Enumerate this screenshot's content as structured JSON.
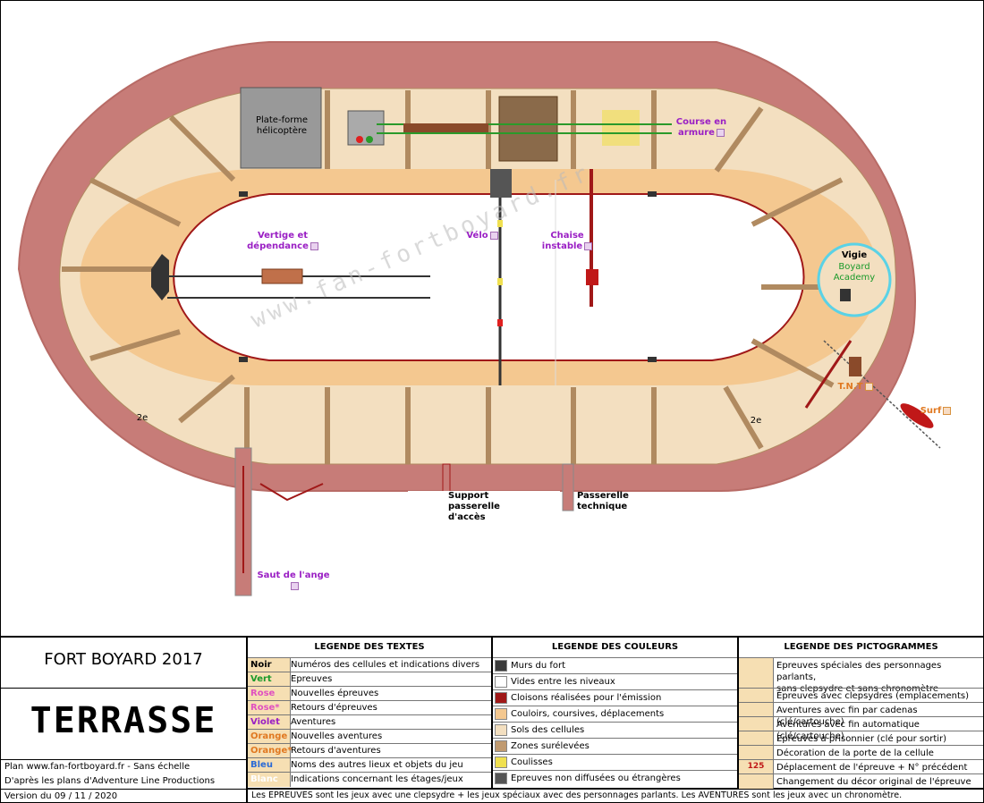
{
  "map": {
    "helipad": "Plate-forme\nhélicoptère",
    "labels": {
      "vertige": "Vertige et\ndépendance",
      "velo": "Vélo",
      "chaise": "Chaise\ninstable",
      "course": "Course en\narmure",
      "vigie": "Vigie",
      "boyard_academy": "Boyard\nAcademy",
      "tnt": "T.N.T",
      "surf": "Surf",
      "saut": "Saut de l'ange",
      "support": "Support\npasserelle\nd'accès",
      "passerelle_tech": "Passerelle\ntechnique",
      "left_2e": "2e",
      "right_2e": "2e"
    },
    "watermark": "www.fan-fortboyard.fr"
  },
  "title_block": {
    "title": "FORT BOYARD 2017",
    "level": "TERRASSE",
    "plan_line": "Plan www.fan-fortboyard.fr - Sans échelle",
    "source_line": "D'après les plans d'Adventure Line Productions",
    "version_line": "Version du 09 / 11 / 2020"
  },
  "legend_texts": {
    "header": "LEGENDE DES TEXTES",
    "rows": [
      {
        "key": "Noir",
        "desc": "Numéros des cellules et indications divers",
        "color": "#000000"
      },
      {
        "key": "Vert",
        "desc": "Epreuves",
        "color": "#1a9a2a"
      },
      {
        "key": "Rose",
        "desc": "Nouvelles épreuves",
        "color": "#e050c0"
      },
      {
        "key": "Rose*",
        "desc": "Retours d'épreuves",
        "color": "#e050c0"
      },
      {
        "key": "Violet",
        "desc": "Aventures",
        "color": "#9a1fc4"
      },
      {
        "key": "Orange",
        "desc": "Nouvelles aventures",
        "color": "#e07820"
      },
      {
        "key": "Orange*",
        "desc": "Retours d'aventures",
        "color": "#e07820"
      },
      {
        "key": "Bleu",
        "desc": "Noms des autres lieux et objets du jeu",
        "color": "#2a6ad6"
      },
      {
        "key": "Blanc",
        "desc": "Indications concernant les étages/jeux",
        "color": "#ffffff"
      }
    ]
  },
  "legend_colors": {
    "header": "LEGENDE DES COULEURS",
    "rows": [
      {
        "desc": "Murs du fort",
        "color": "#3a3a3a"
      },
      {
        "desc": "Vides entre les niveaux",
        "color": "#ffffff"
      },
      {
        "desc": "Cloisons réalisées pour l'émission",
        "color": "#a01818"
      },
      {
        "desc": "Couloirs, coursives, déplacements",
        "color": "#f4c890"
      },
      {
        "desc": "Sols des cellules",
        "color": "#f3dfc0"
      },
      {
        "desc": "Zones surélevées",
        "color": "#c09a70"
      },
      {
        "desc": "Coulisses",
        "color": "#f0e050"
      },
      {
        "desc": "Epreuves non diffusées ou étrangères",
        "color": "#555555"
      }
    ]
  },
  "legend_pictos": {
    "header": "LEGENDE DES PICTOGRAMMES",
    "rows": [
      {
        "desc": "Epreuves spéciales des personnages parlants,\nsans clepsydre et sans chronomètre"
      },
      {
        "desc": "Epreuves avec clepsydres (emplacements)"
      },
      {
        "desc": "Aventures avec fin par cadenas (clé/cartouche)"
      },
      {
        "desc": "Aventures avec fin automatique (clé/cartouche)"
      },
      {
        "desc": "Epreuves à prisonnier (clé pour sortir)"
      },
      {
        "desc": "Décoration de la porte de la cellule"
      },
      {
        "desc": "Déplacement de l'épreuve + N° précédent",
        "picto": "125"
      },
      {
        "desc": "Changement du décor original de l'épreuve"
      }
    ]
  },
  "footer_note": "Les EPREUVES sont les jeux avec une clepsydre + les jeux spéciaux avec des personnages parlants. Les AVENTURES sont les jeux avec un chronomètre."
}
